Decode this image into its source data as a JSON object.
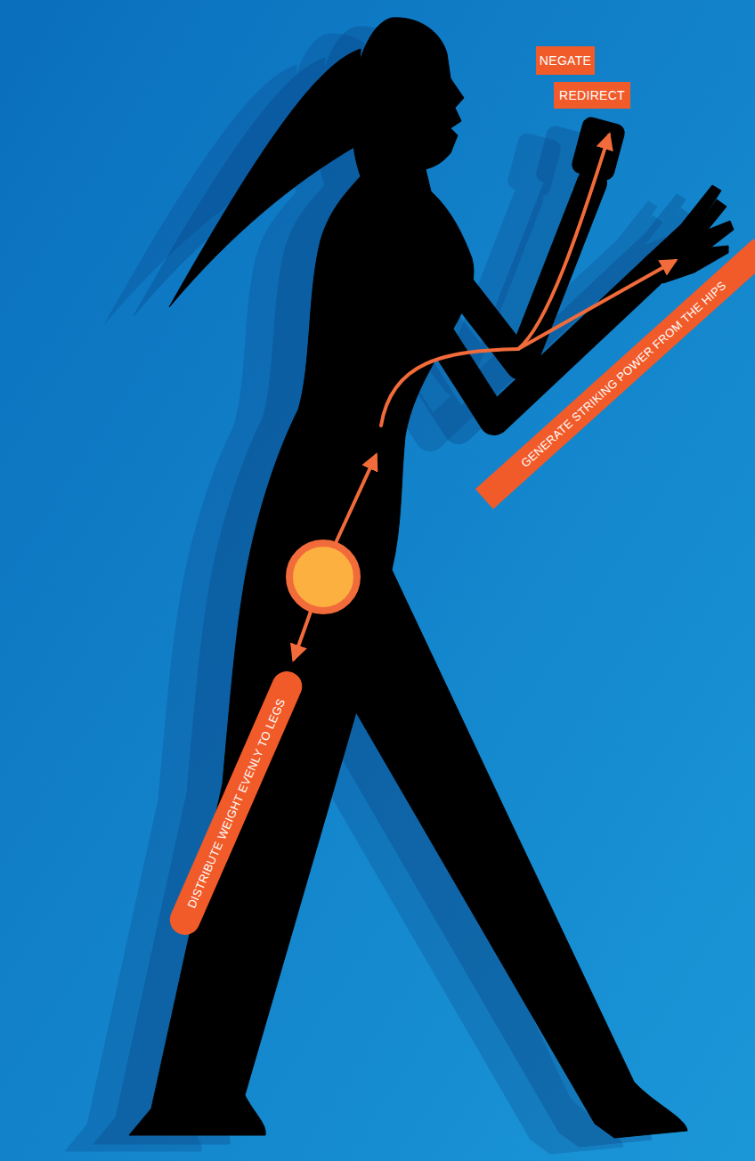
{
  "diagram": {
    "nodes": [
      {
        "text": [
          "NEGATE"
        ]
      },
      {
        "text": [
          "REDIRECT"
        ]
      },
      {
        "text": [
          "GENERATE STRIKING POWER FROM THE HIPS"
        ]
      },
      {
        "text": [
          "DISTRIBUTE WEIGHT EVENLY TO LEGS"
        ]
      }
    ]
  }
}
